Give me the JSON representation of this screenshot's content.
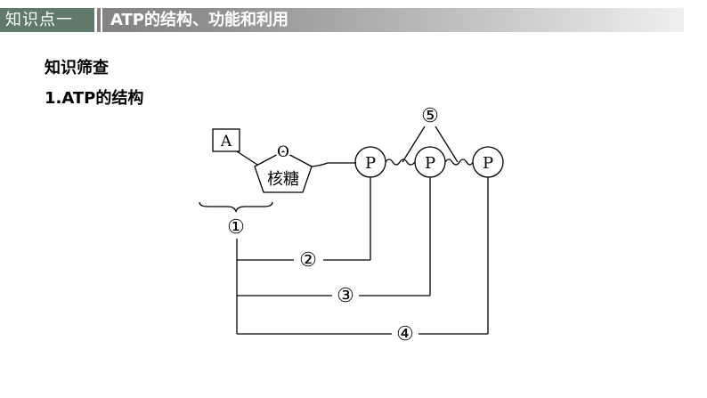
{
  "header": {
    "tag": "知识点一",
    "title": "ATP的结构、功能和利用"
  },
  "content": {
    "section_heading": "知识筛查",
    "subheading": "1.ATP的结构"
  },
  "diagram": {
    "base_label": "A",
    "ring_oxygen": "O",
    "sugar_label": "核糖",
    "phosphate_label": "P",
    "marker_1": "①",
    "marker_2": "②",
    "marker_3": "③",
    "marker_4": "④",
    "marker_5": "⑤"
  }
}
